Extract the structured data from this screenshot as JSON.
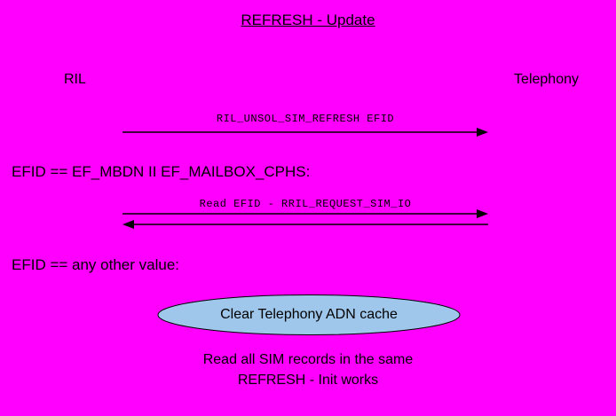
{
  "title": "REFRESH - Update",
  "actors": {
    "left": "RIL",
    "right": "Telephony"
  },
  "arrow1": {
    "label": "RIL_UNSOL_SIM_REFRESH EFID"
  },
  "condition1": "EFID == EF_MBDN II EF_MAILBOX_CPHS:",
  "arrow2": {
    "label": "Read EFID - RRIL_REQUEST_SIM_IO"
  },
  "condition2": "EFID == any other value:",
  "ellipse": {
    "label": "Clear Telephony ADN cache",
    "fill": "#9fc7eb",
    "stroke": "#000000"
  },
  "footer": {
    "line1": "Read all SIM records in the same",
    "line2": "REFRESH - Init works"
  },
  "colors": {
    "background": "#ff00ff",
    "text": "#000000",
    "arrow": "#000000"
  }
}
